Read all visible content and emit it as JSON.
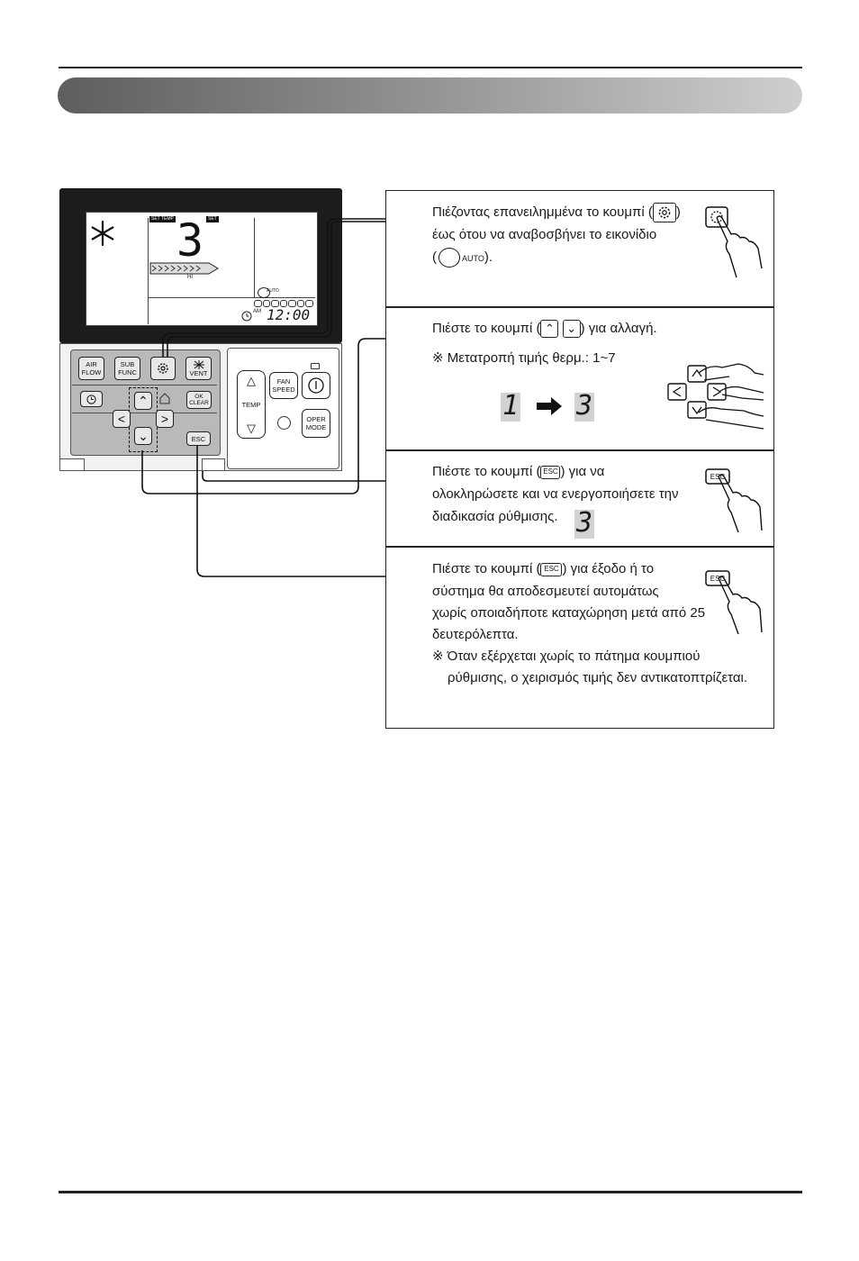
{
  "remote": {
    "lcd": {
      "set_temp_tag": "SET TEMP",
      "set_tag": "SET",
      "digit": "3",
      "fan_level": "HI",
      "auto_tag": "AUTO",
      "am": "AM",
      "time": "12:00"
    },
    "buttons": {
      "air_flow": "AIR FLOW",
      "sub_func": "SUB FUNC",
      "vent": "VENT",
      "ok_clear": "OK CLEAR",
      "esc": "ESC",
      "fan_speed": "FAN SPEED",
      "temp": "TEMP",
      "oper_mode": "OPER MODE"
    }
  },
  "steps": [
    {
      "line1": "Πιέζοντας επανειλημμένα το κουμπί (",
      "line1_end": ")",
      "line2": "έως ότου να αναβοσβήνει το εικονίδιο",
      "line3_open": "(",
      "line3_icon_text": "AUTO",
      "line3_close": ")."
    },
    {
      "line1": "Πιέστε το κουμπί (",
      "line1_end": ") για αλλαγή.",
      "note": "※ Μετατροπή τιμής θερμ.: 1~7",
      "from_value": "1",
      "to_value": "3"
    },
    {
      "line1": "Πιέστε το κουμπί (",
      "line1_end": ") για να",
      "line2": "ολοκληρώσετε και να ενεργοποιήσετε την",
      "line3": "διαδικασία ρύθμισης.",
      "value": "3",
      "key_label": "ESC"
    },
    {
      "line1": "Πιέστε το κουμπί (",
      "line1_end": ") για έξοδο ή το",
      "line2": "σύστημα θα αποδεσμευτεί αυτομάτως",
      "line3": "χωρίς οποιαδήποτε καταχώρηση μετά από 25",
      "line4": "δευτερόλεπτα.",
      "note1": "※ Όταν εξέρχεται χωρίς το πάτημα κουμπιού",
      "note2": "ρύθμισης, ο χειρισμός τιμής δεν αντικατοπτρίζεται.",
      "key_label": "ESC"
    }
  ]
}
